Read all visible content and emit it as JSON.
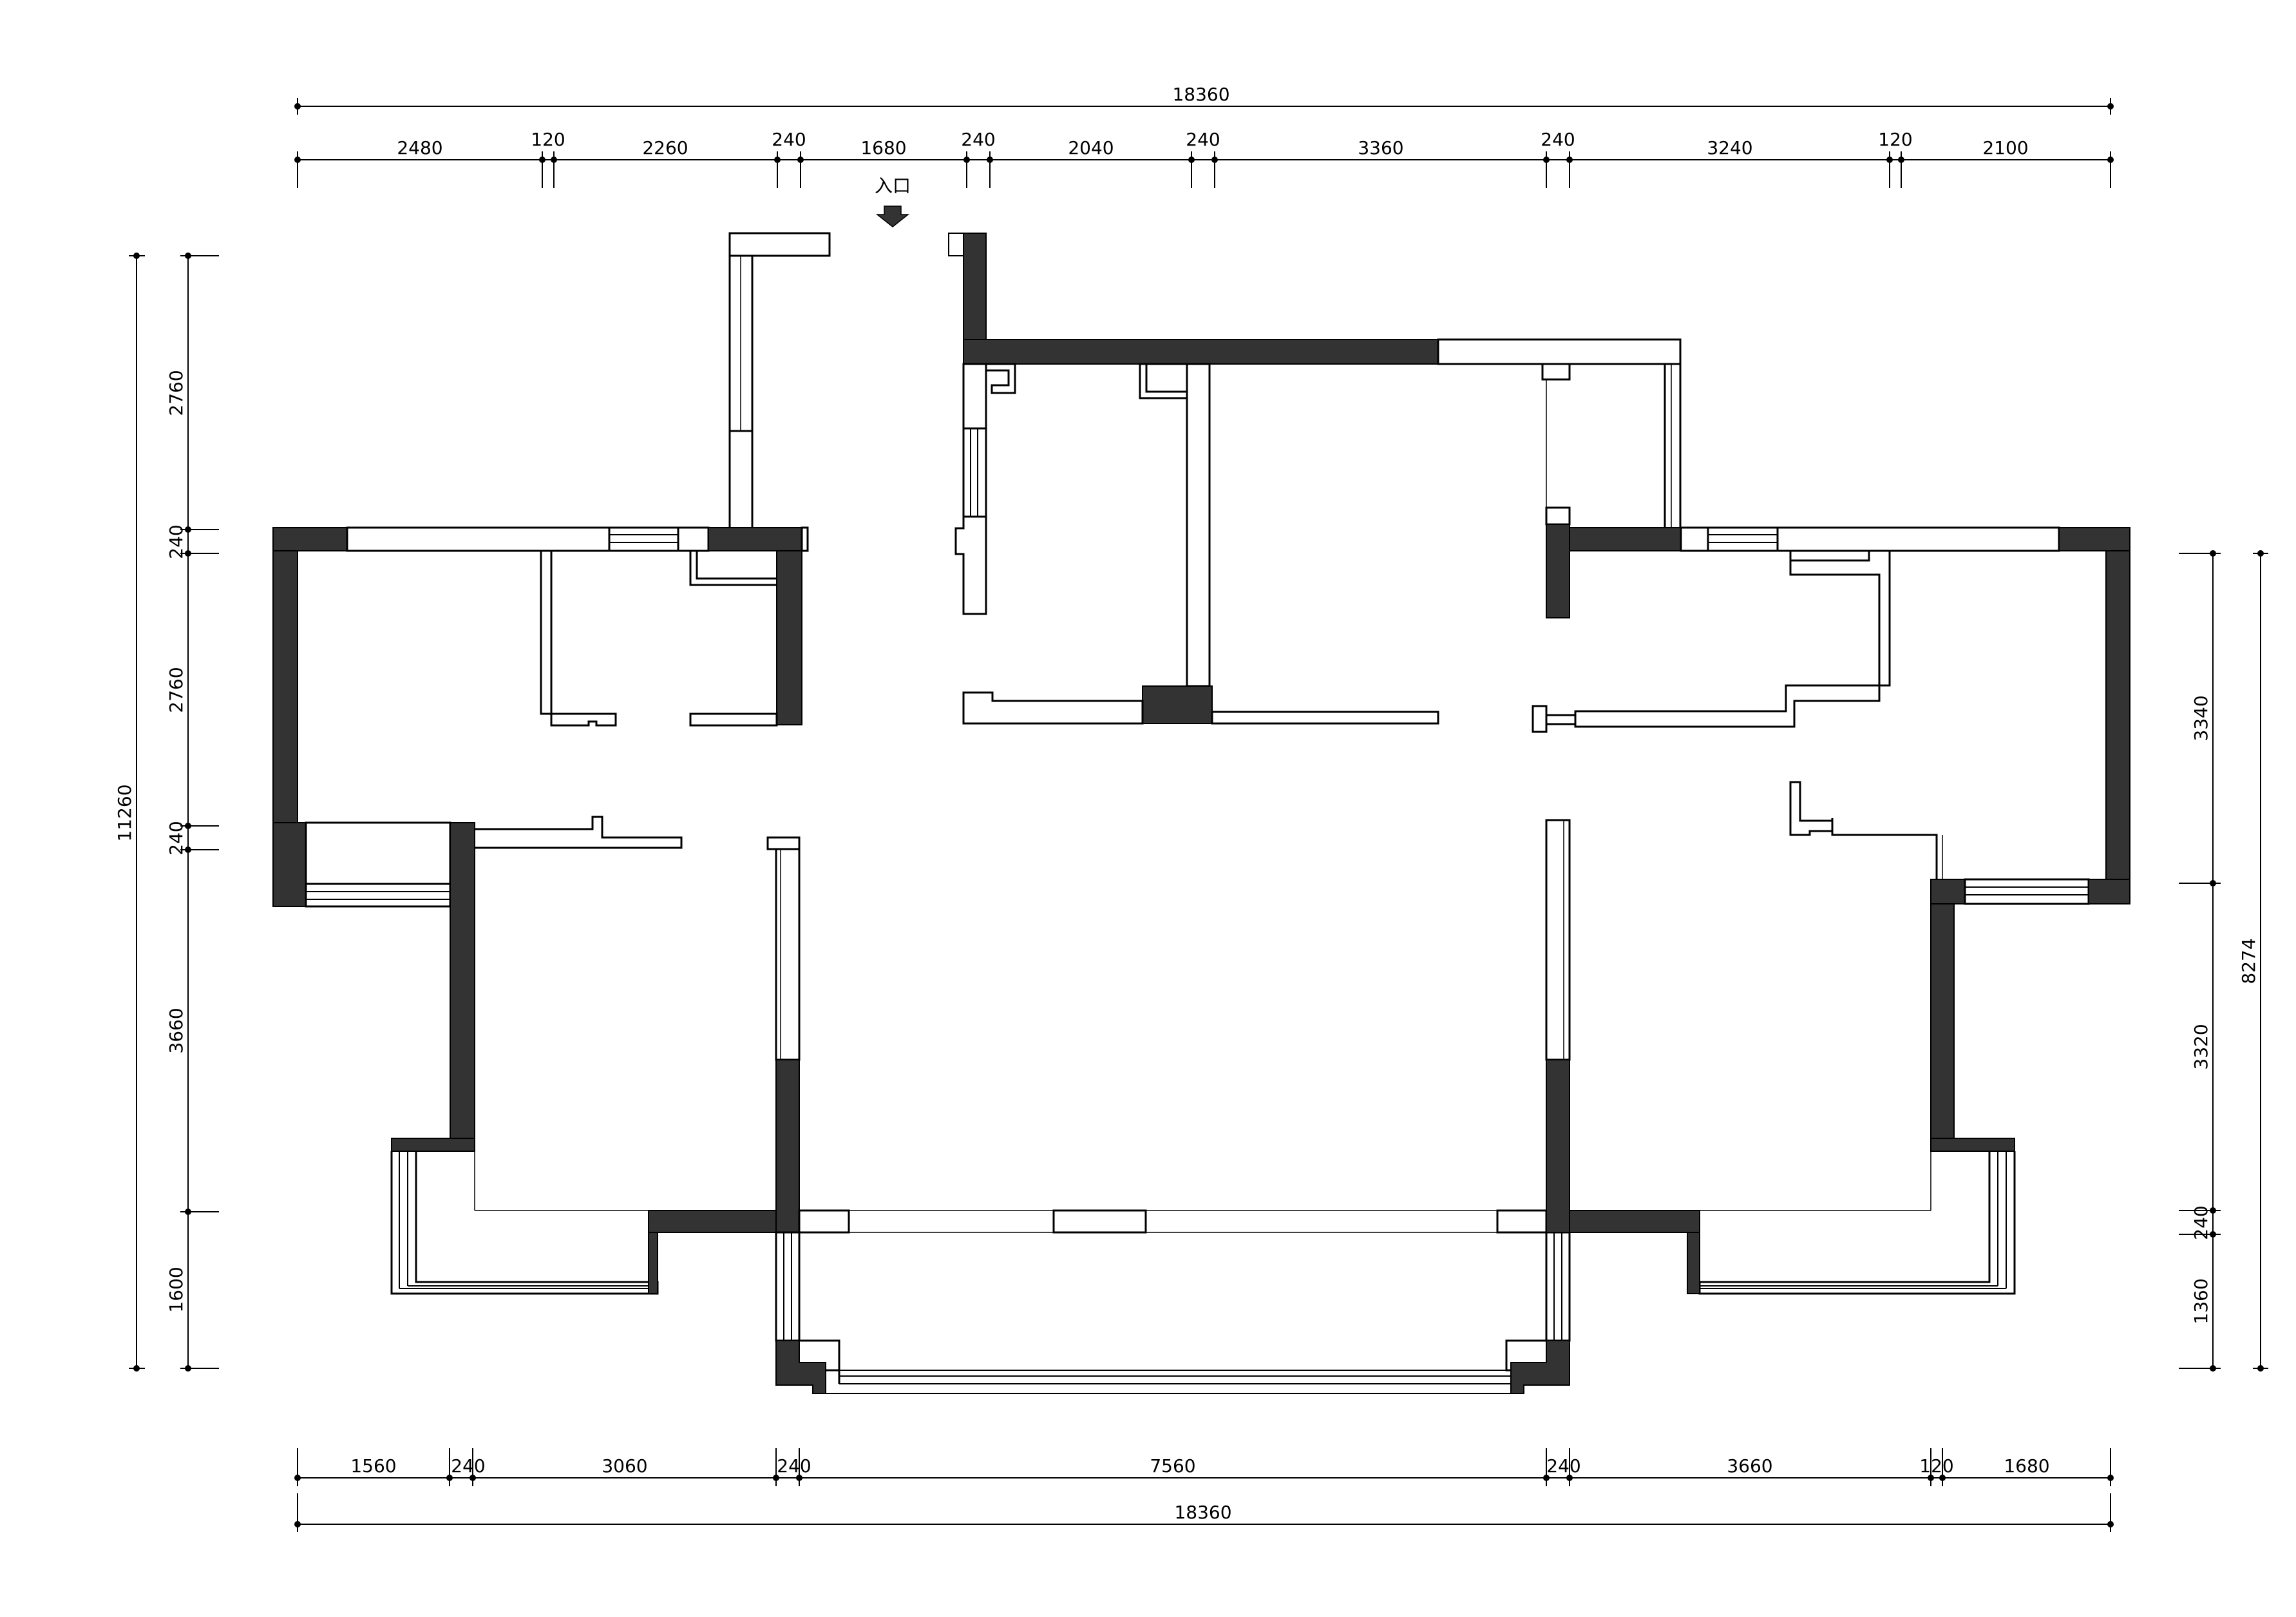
{
  "entrance": {
    "label": "入口"
  },
  "dimensions": {
    "top_total": "18360",
    "top_segments": [
      "2480",
      "120",
      "2260",
      "240",
      "1680",
      "240",
      "2040",
      "240",
      "3360",
      "240",
      "3240",
      "120",
      "2100"
    ],
    "bottom_segments": [
      "1560",
      "240",
      "3060",
      "240",
      "7560",
      "240",
      "3660",
      "120",
      "1680"
    ],
    "bottom_total": "18360",
    "left_total": "11260",
    "left_segments": [
      "2760",
      "240",
      "2760",
      "240",
      "3660",
      "1600"
    ],
    "right_segments": [
      "3340",
      "3320",
      "240",
      "1360"
    ],
    "right_total": "8274"
  }
}
